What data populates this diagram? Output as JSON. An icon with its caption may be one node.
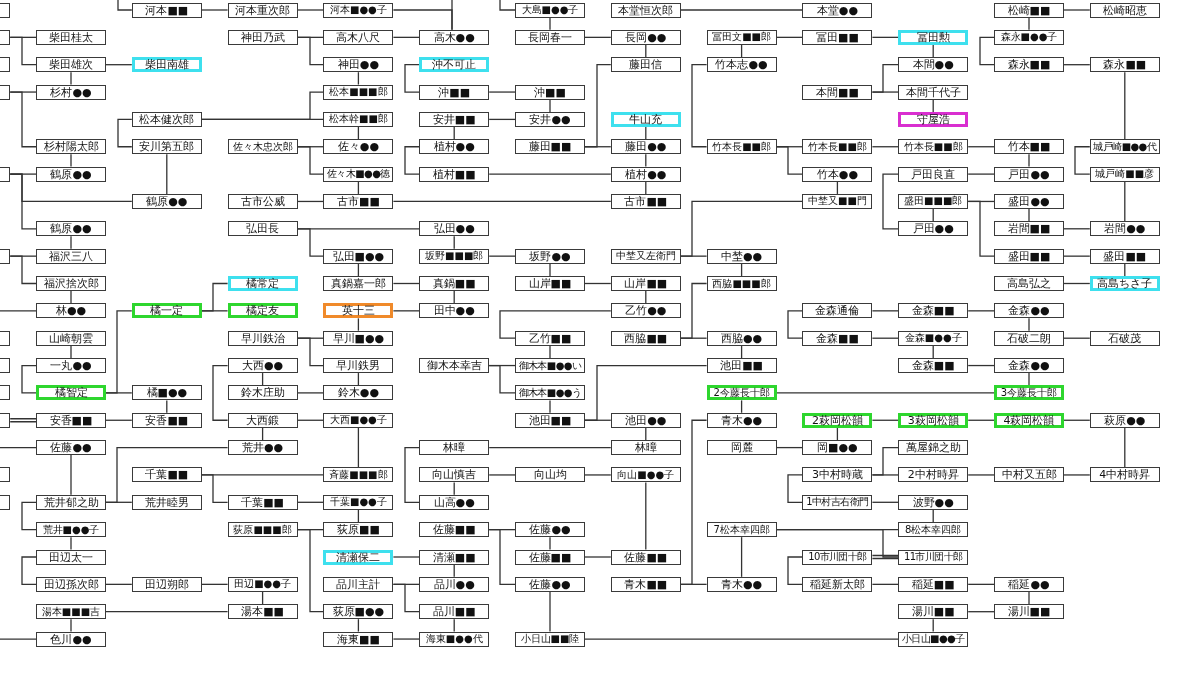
{
  "diagram": {
    "nodes": [
      {
        "text": [],
        "shape": "box"
      },
      {
        "text": [
          "河本■■"
        ]
      },
      {
        "text": [
          "河本重次郎"
        ]
      },
      {
        "text": [
          "河本■●●子"
        ]
      },
      {
        "text": [
          "大島■●●子"
        ]
      },
      {
        "text": [
          "本堂恒次郎"
        ]
      },
      {
        "text": [
          "本堂●●"
        ]
      },
      {
        "text": [
          "松崎■■"
        ]
      },
      {
        "text": [
          "松崎昭恵"
        ]
      },
      {
        "text": [],
        "shape": "box"
      },
      {
        "text": [
          "柴田桂太"
        ]
      },
      {
        "text": [
          "神田乃武"
        ]
      },
      {
        "text": [
          "高木八尺"
        ]
      },
      {
        "text": [
          "高木●●"
        ]
      },
      {
        "text": [
          "長岡春一"
        ]
      },
      {
        "text": [
          "長岡●●"
        ]
      },
      {
        "text": [
          "冨田文■■郎"
        ]
      },
      {
        "text": [
          "冨田■■"
        ]
      },
      {
        "text": [
          "冨田勲"
        ]
      },
      {
        "text": [
          "森永■●●子"
        ]
      },
      {
        "text": [],
        "shape": "box"
      },
      {
        "text": [
          "柴田雄次"
        ]
      },
      {
        "text": [
          "柴田南雄"
        ]
      },
      {
        "text": [
          "神田●●"
        ]
      },
      {
        "text": [
          "沖不可止"
        ]
      },
      {
        "text": [
          "藤田信"
        ]
      },
      {
        "text": [
          "竹本志●●"
        ]
      },
      {
        "text": [
          "本間●●"
        ]
      },
      {
        "text": [
          "森永■■"
        ]
      },
      {
        "text": [
          "森永■■"
        ]
      },
      {
        "text": [],
        "shape": "box"
      },
      {
        "text": [
          "杉村●●"
        ]
      },
      {
        "text": [
          "松本■■■郎"
        ]
      },
      {
        "text": [
          "沖■■"
        ]
      },
      {
        "text": [
          "沖■■"
        ]
      },
      {
        "text": [
          "本間■■"
        ]
      },
      {
        "text": [
          "本間千代子"
        ]
      },
      {
        "text": [
          "松本健次郎"
        ]
      },
      {
        "text": [
          "松本幹■■郎"
        ]
      },
      {
        "text": [
          "安井■■"
        ]
      },
      {
        "text": [
          "安井●●"
        ]
      },
      {
        "text": [
          "牛山充"
        ]
      },
      {
        "text": [
          "守屋浩"
        ]
      },
      {
        "text": [
          "杉村陽太郎"
        ]
      },
      {
        "text": [
          "安川第五郎"
        ]
      },
      {
        "text": [
          "佐々木忠次郎"
        ]
      },
      {
        "text": [
          "佐々●●"
        ]
      },
      {
        "text": [
          "植村●●"
        ]
      },
      {
        "text": [
          "藤田■■"
        ]
      },
      {
        "text": [
          "藤田●●"
        ]
      },
      {
        "text": [
          "竹本長■■郎"
        ]
      },
      {
        "text": [
          "竹本長■■郎"
        ]
      },
      {
        "text": [
          "竹本長■■郎"
        ]
      },
      {
        "text": [
          "竹本■■"
        ]
      },
      {
        "text": [
          "城戸崎■●●代"
        ]
      },
      {
        "text": [],
        "shape": "box"
      },
      {
        "text": [
          "鶴原●●"
        ]
      },
      {
        "text": [
          "佐々木■●●徳"
        ]
      },
      {
        "text": [
          "植村■■"
        ]
      },
      {
        "text": [
          "植村●●"
        ]
      },
      {
        "text": [
          "竹本●●"
        ]
      },
      {
        "text": [
          "戸田良直"
        ]
      },
      {
        "text": [
          "戸田●●"
        ]
      },
      {
        "text": [
          "城戸崎■■彦"
        ]
      },
      {
        "text": [
          "鶴原●●"
        ]
      },
      {
        "text": [
          "古市公威"
        ]
      },
      {
        "text": [
          "古市■■"
        ]
      },
      {
        "text": [
          "古市■■"
        ]
      },
      {
        "text": [
          "中埜又■■門"
        ]
      },
      {
        "text": [
          "盛田■■■郎"
        ]
      },
      {
        "text": [
          "盛田●●"
        ]
      },
      {
        "text": [
          "鶴原●●"
        ]
      },
      {
        "text": [
          "弘田長"
        ]
      },
      {
        "text": [
          "弘田●●"
        ]
      },
      {
        "text": [
          "戸田●●"
        ]
      },
      {
        "text": [
          "岩間■■"
        ]
      },
      {
        "text": [
          "岩間●●"
        ]
      },
      {
        "text": [],
        "shape": "box"
      },
      {
        "text": [
          "福沢三八"
        ]
      },
      {
        "text": [
          "弘田■●●"
        ]
      },
      {
        "text": [
          "坂野■■■郎"
        ]
      },
      {
        "text": [
          "坂野●●"
        ]
      },
      {
        "text": [
          "中埜又左衛門"
        ]
      },
      {
        "text": [
          "中埜●●"
        ]
      },
      {
        "text": [
          "盛田■■"
        ]
      },
      {
        "text": [
          "盛田■■"
        ]
      },
      {
        "text": [
          "福沢捨次郎"
        ]
      },
      {
        "text": [
          "橘常定"
        ]
      },
      {
        "text": [
          "真鍋嘉一郎"
        ]
      },
      {
        "text": [
          "真鍋■■"
        ]
      },
      {
        "text": [
          "山岸■■"
        ]
      },
      {
        "text": [
          "山岸■■"
        ]
      },
      {
        "text": [
          "西脇■■■郎"
        ]
      },
      {
        "text": [
          "高島弘之"
        ]
      },
      {
        "text": [
          "高島ちさ子"
        ]
      },
      {
        "text": [
          "林●●"
        ]
      },
      {
        "text": [
          "橘一定"
        ]
      },
      {
        "text": [
          "橘定友"
        ]
      },
      {
        "text": [
          "英十三"
        ]
      },
      {
        "text": [
          "田中●●"
        ]
      },
      {
        "text": [
          "乙竹●●"
        ]
      },
      {
        "text": [
          "金森通倫"
        ]
      },
      {
        "text": [
          "金森■■"
        ]
      },
      {
        "text": [
          "金森●●"
        ]
      },
      {
        "text": [],
        "shape": "box"
      },
      {
        "text": [
          "山崎朝雲"
        ]
      },
      {
        "text": [
          "早川鉄治"
        ]
      },
      {
        "text": [
          "早川■●●"
        ]
      },
      {
        "text": [
          "乙竹■■"
        ]
      },
      {
        "text": [
          "西脇■■"
        ]
      },
      {
        "text": [
          "西脇●●"
        ]
      },
      {
        "text": [
          "金森■■"
        ]
      },
      {
        "text": [
          "金森■●●子"
        ]
      },
      {
        "text": [
          "石破二朗"
        ]
      },
      {
        "text": [
          "石破茂"
        ]
      },
      {
        "text": [],
        "shape": "box"
      },
      {
        "text": [
          "一丸●●"
        ]
      },
      {
        "text": [
          "大西●●"
        ]
      },
      {
        "text": [
          "早川鉄男"
        ]
      },
      {
        "text": [
          "御木本幸吉"
        ]
      },
      {
        "text": [
          "御木本■●●い"
        ]
      },
      {
        "text": [
          "池田■■"
        ]
      },
      {
        "text": [
          "金森■■"
        ]
      },
      {
        "text": [
          "金森●●"
        ]
      },
      {
        "text": [],
        "shape": "box"
      },
      {
        "text": [
          "橘智定"
        ]
      },
      {
        "text": [
          "橘■●●"
        ]
      },
      {
        "text": [
          "鈴木庄助"
        ]
      },
      {
        "text": [
          "鈴木●●"
        ]
      },
      {
        "text": [
          "御木本■●●う"
        ]
      },
      {
        "text": [
          "2今藤長十郎"
        ]
      },
      {
        "text": [
          "3今藤長十郎"
        ]
      },
      {
        "text": [],
        "shape": "box"
      },
      {
        "text": [
          "安香■■"
        ]
      },
      {
        "text": [
          "安香■■"
        ]
      },
      {
        "text": [
          "大西鍛"
        ]
      },
      {
        "text": [
          "大西■●●子"
        ]
      },
      {
        "text": [
          "池田■■"
        ]
      },
      {
        "text": [
          "池田●●"
        ]
      },
      {
        "text": [
          "青木●●"
        ]
      },
      {
        "text": [
          "2萩岡松韻"
        ]
      },
      {
        "text": [
          "3萩岡松韻"
        ]
      },
      {
        "text": [
          "4萩岡松韻"
        ]
      },
      {
        "text": [
          "萩原●●"
        ]
      },
      {
        "text": [
          "佐藤●●"
        ]
      },
      {
        "text": [
          "荒井●●"
        ]
      },
      {
        "text": [
          "林暲"
        ]
      },
      {
        "text": [
          "林暲"
        ]
      },
      {
        "text": [
          "岡麓"
        ]
      },
      {
        "text": [
          "岡■●●"
        ]
      },
      {
        "text": [
          "萬屋錦之助"
        ]
      },
      {
        "text": [],
        "shape": "box"
      },
      {
        "text": [
          "千葉■■"
        ]
      },
      {
        "text": [
          "斉藤■■■郎"
        ]
      },
      {
        "text": [
          "向山慎吉"
        ]
      },
      {
        "text": [
          "向山均"
        ]
      },
      {
        "text": [
          "向山■●●子"
        ]
      },
      {
        "text": [
          "3中村時蔵"
        ]
      },
      {
        "text": [
          "2中村時昇"
        ]
      },
      {
        "text": [
          "中村又五郎"
        ]
      },
      {
        "text": [
          "4中村時昇"
        ]
      },
      {
        "text": [],
        "shape": "box"
      },
      {
        "text": [
          "荒井郁之助"
        ]
      },
      {
        "text": [
          "荒井睦男"
        ]
      },
      {
        "text": [
          "千葉■■"
        ]
      },
      {
        "text": [
          "千葉■●●子"
        ]
      },
      {
        "text": [
          "山高●●"
        ]
      },
      {
        "text": [
          "1中村吉右衛門"
        ]
      },
      {
        "text": [
          "波野●●"
        ]
      },
      {
        "text": [
          "荒井■●●子"
        ]
      },
      {
        "text": [
          "荻原■■■郎"
        ]
      },
      {
        "text": [
          "荻原■■"
        ]
      },
      {
        "text": [
          "佐藤■■"
        ]
      },
      {
        "text": [
          "佐藤●●"
        ]
      },
      {
        "text": [
          "7松本幸四郎"
        ]
      },
      {
        "text": [
          "8松本幸四郎"
        ]
      },
      {
        "text": [
          "田辺太一"
        ]
      },
      {
        "text": [
          "清瀬保二"
        ]
      },
      {
        "text": [
          "清瀬■■"
        ]
      },
      {
        "text": [
          "佐藤■■"
        ]
      },
      {
        "text": [
          "佐藤■■"
        ]
      },
      {
        "text": [
          "10市川団十郎"
        ]
      },
      {
        "text": [
          "11市川団十郎"
        ]
      },
      {
        "text": [
          "田辺孫次郎"
        ]
      },
      {
        "text": [
          "田辺朔郎"
        ]
      },
      {
        "text": [
          "田辺■●●子"
        ]
      },
      {
        "text": [
          "品川主計"
        ]
      },
      {
        "text": [
          "品川●●"
        ]
      },
      {
        "text": [
          "佐藤●●"
        ]
      },
      {
        "text": [
          "青木■■"
        ]
      },
      {
        "text": [
          "青木●●"
        ]
      },
      {
        "text": [
          "稲延新太郎"
        ]
      },
      {
        "text": [
          "稲延■■"
        ]
      },
      {
        "text": [
          "稲延●●"
        ]
      },
      {
        "text": [
          "湯本■■■吉"
        ]
      },
      {
        "text": [
          "湯本■■"
        ]
      },
      {
        "text": [
          "荻原■●●"
        ]
      },
      {
        "text": [
          "品川■■"
        ]
      },
      {
        "text": [
          "湯川■■"
        ]
      },
      {
        "text": [
          "湯川■■"
        ]
      },
      {
        "text": [
          "色川●●"
        ]
      },
      {
        "text": [
          "海東■■"
        ]
      },
      {
        "text": [
          "海東■●●代"
        ]
      },
      {
        "text": [
          "小日山■■陸"
        ]
      },
      {
        "text": [
          "小日山■●●子"
        ]
      }
    ],
    "edges": [
      {
        "from": null,
        "to": 1,
        "arrow": "none"
      },
      {
        "from": 1,
        "to": 2,
        "arrow": "none"
      },
      {
        "from": 2,
        "to": 3,
        "arrow": "none"
      },
      {
        "from": 3,
        "to": 13,
        "arrow": "none"
      },
      {
        "from": null,
        "to": 13,
        "arrow": "none"
      },
      {
        "from": 12,
        "to": 13,
        "arrow": "none"
      },
      {
        "from": 11,
        "to": 12,
        "arrow": "none"
      },
      {
        "from": 11,
        "to": 23,
        "arrow": "none"
      },
      {
        "from": 23,
        "to": 32,
        "arrow": "none"
      },
      {
        "from": 37,
        "to": 32,
        "arrow": "none"
      },
      {
        "from": 37,
        "to": 38,
        "arrow": "none"
      },
      {
        "from": 37,
        "to": 44,
        "arrow": "none"
      },
      {
        "from": 44,
        "to": 64,
        "arrow": "none"
      },
      {
        "from": 38,
        "to": 46,
        "arrow": "none"
      },
      {
        "from": 45,
        "to": 46,
        "arrow": "none"
      },
      {
        "from": 45,
        "to": 57,
        "arrow": "none"
      },
      {
        "from": 57,
        "to": 66,
        "arrow": "none"
      },
      {
        "from": 65,
        "to": 66,
        "arrow": "none"
      },
      {
        "from": 66,
        "to": 67,
        "arrow": "none"
      },
      {
        "from": 55,
        "to": 56,
        "arrow": "none"
      },
      {
        "from": 55,
        "to": 64,
        "arrow": "none"
      },
      {
        "from": 55,
        "to": 71,
        "arrow": "none"
      },
      {
        "from": 71,
        "to": 78,
        "arrow": "none"
      },
      {
        "from": 77,
        "to": 78,
        "arrow": "none"
      },
      {
        "from": 77,
        "to": 86,
        "arrow": "none"
      },
      {
        "from": 86,
        "to": 95,
        "arrow": "none"
      },
      {
        "from": null,
        "to": 95,
        "arrow": "none"
      },
      {
        "from": 9,
        "to": 10,
        "arrow": "none"
      },
      {
        "from": 9,
        "to": 21,
        "arrow": "none"
      },
      {
        "from": 21,
        "to": 22,
        "arrow": "none"
      },
      {
        "from": 21,
        "to": 31,
        "arrow": "none"
      },
      {
        "from": 30,
        "to": 31,
        "arrow": "none"
      },
      {
        "from": 30,
        "to": 43,
        "arrow": "none"
      },
      {
        "from": 43,
        "to": 56,
        "arrow": "none"
      },
      {
        "from": 72,
        "to": 73,
        "arrow": "none"
      },
      {
        "from": 72,
        "to": 79,
        "arrow": "none"
      },
      {
        "from": 79,
        "to": 88,
        "arrow": "none"
      },
      {
        "from": 88,
        "to": 89,
        "arrow": "none"
      },
      {
        "from": 73,
        "to": 80,
        "arrow": "none"
      },
      {
        "from": 80,
        "to": 81,
        "arrow": "none"
      },
      {
        "from": 81,
        "to": 90,
        "arrow": "none"
      },
      {
        "from": 89,
        "to": 99,
        "arrow": "none"
      },
      {
        "from": 98,
        "to": 99,
        "arrow": "none"
      },
      {
        "from": 98,
        "to": 107,
        "arrow": "none"
      },
      {
        "from": 106,
        "to": 107,
        "arrow": "none"
      },
      {
        "from": 106,
        "to": 118,
        "arrow": "none"
      },
      {
        "from": 118,
        "to": 128,
        "arrow": "none"
      },
      {
        "from": 127,
        "to": 128,
        "arrow": "none"
      },
      {
        "from": 117,
        "to": 127,
        "arrow": "none"
      },
      {
        "from": 117,
        "to": 135,
        "arrow": "none"
      },
      {
        "from": 135,
        "to": 136,
        "arrow": "none"
      },
      {
        "from": 135,
        "to": 145,
        "arrow": "none"
      },
      {
        "from": 136,
        "to": 153,
        "arrow": "none"
      },
      {
        "from": 162,
        "to": 163,
        "arrow": "none"
      },
      {
        "from": 162,
        "to": 145,
        "arrow": "none"
      },
      {
        "from": null,
        "to": 144,
        "arrow": "none"
      },
      {
        "from": 144,
        "to": 162,
        "arrow": "none"
      },
      {
        "from": 152,
        "to": 153,
        "arrow": "none"
      },
      {
        "from": 152,
        "to": 164,
        "arrow": "none"
      },
      {
        "from": 164,
        "to": 165,
        "arrow": "none"
      },
      {
        "from": 165,
        "to": 171,
        "arrow": "none"
      },
      {
        "from": 170,
        "to": 171,
        "arrow": "none"
      },
      {
        "from": 170,
        "to": 196,
        "arrow": "none"
      },
      {
        "from": 196,
        "to": 201,
        "arrow": "none"
      },
      {
        "from": 177,
        "to": 178,
        "arrow": "none"
      },
      {
        "from": 186,
        "to": 187,
        "arrow": "none"
      },
      {
        "from": 186,
        "to": 197,
        "arrow": "none"
      },
      {
        "from": 178,
        "to": 187,
        "arrow": "none"
      },
      {
        "from": 197,
        "to": 202,
        "arrow": "none"
      },
      {
        "from": 201,
        "to": 202,
        "arrow": "none"
      },
      {
        "from": 105,
        "to": 116,
        "arrow": "none"
      },
      {
        "from": 116,
        "to": 125,
        "arrow": "none"
      },
      {
        "from": 125,
        "to": 126,
        "arrow": "none"
      },
      {
        "from": 125,
        "to": 96,
        "arrow": "none"
      },
      {
        "from": 96,
        "to": 97,
        "arrow": "none"
      },
      {
        "from": 96,
        "to": 87,
        "arrow": "none"
      },
      {
        "from": 126,
        "to": 134,
        "arrow": "none"
      },
      {
        "from": 132,
        "to": 133,
        "arrow": "none"
      },
      {
        "from": 133,
        "to": 134,
        "arrow": "none"
      },
      {
        "from": 162,
        "to": 169,
        "arrow": "none"
      },
      {
        "from": 169,
        "to": 176,
        "arrow": "none"
      },
      {
        "from": 176,
        "to": 183,
        "arrow": "none"
      },
      {
        "from": 183,
        "to": 184,
        "arrow": "none"
      },
      {
        "from": 184,
        "to": 185,
        "arrow": "none"
      },
      {
        "from": 185,
        "to": 195,
        "arrow": "none"
      },
      {
        "from": 194,
        "to": 195,
        "arrow": "none"
      },
      {
        "from": 194,
        "to": 200,
        "arrow": "none"
      },
      {
        "from": null,
        "to": 200,
        "arrow": "none"
      },
      {
        "from": null,
        "to": 4,
        "arrow": "none"
      },
      {
        "from": 4,
        "to": 14,
        "arrow": "none"
      },
      {
        "from": 14,
        "to": 15,
        "arrow": "none"
      },
      {
        "from": 5,
        "to": 6,
        "arrow": "none"
      },
      {
        "from": 15,
        "to": 25,
        "arrow": "none"
      },
      {
        "from": 48,
        "to": 49,
        "arrow": "none"
      },
      {
        "from": 48,
        "to": 25,
        "arrow": "none"
      },
      {
        "from": 41,
        "to": 49,
        "arrow": "none"
      },
      {
        "from": 24,
        "to": 33,
        "arrow": "none"
      },
      {
        "from": 33,
        "to": 34,
        "arrow": "none"
      },
      {
        "from": 34,
        "to": 40,
        "arrow": "none"
      },
      {
        "from": 39,
        "to": 40,
        "arrow": "none"
      },
      {
        "from": 39,
        "to": 47,
        "arrow": "none"
      },
      {
        "from": 47,
        "to": 58,
        "arrow": "none"
      },
      {
        "from": 58,
        "to": 59,
        "arrow": "none"
      },
      {
        "from": 49,
        "to": 59,
        "arrow": "none"
      },
      {
        "from": 59,
        "to": 67,
        "arrow": "none"
      },
      {
        "from": 16,
        "to": 17,
        "arrow": "none"
      },
      {
        "from": 17,
        "to": 18,
        "arrow": "none"
      },
      {
        "from": 16,
        "to": 26,
        "arrow": "none"
      },
      {
        "from": 26,
        "to": 50,
        "arrow": "none"
      },
      {
        "from": 50,
        "to": 51,
        "arrow": "none"
      },
      {
        "from": 51,
        "to": 52,
        "arrow": "none"
      },
      {
        "from": 52,
        "to": 53,
        "arrow": "none"
      },
      {
        "from": 50,
        "to": 60,
        "arrow": "none"
      },
      {
        "from": 60,
        "to": 68,
        "arrow": "none"
      },
      {
        "from": 82,
        "to": 83,
        "arrow": "none"
      },
      {
        "from": 82,
        "to": 68,
        "arrow": "none"
      },
      {
        "from": 83,
        "to": 92,
        "arrow": "none"
      },
      {
        "from": 109,
        "to": 110,
        "arrow": "none"
      },
      {
        "from": 109,
        "to": 92,
        "arrow": "none"
      },
      {
        "from": 110,
        "to": 121,
        "arrow": "none"
      },
      {
        "from": 137,
        "to": 138,
        "arrow": "none"
      },
      {
        "from": 137,
        "to": 121,
        "arrow": "none"
      },
      {
        "from": 129,
        "to": 137,
        "arrow": "none"
      },
      {
        "from": 119,
        "to": 120,
        "arrow": "none"
      },
      {
        "from": 119,
        "to": 129,
        "arrow": "none"
      },
      {
        "from": 108,
        "to": 120,
        "arrow": "none"
      },
      {
        "from": 100,
        "to": 108,
        "arrow": "none"
      },
      {
        "from": 91,
        "to": 100,
        "arrow": "none"
      },
      {
        "from": 90,
        "to": 91,
        "arrow": "none"
      },
      {
        "from": 138,
        "to": 147,
        "arrow": "none"
      },
      {
        "from": 146,
        "to": 147,
        "arrow": "none"
      },
      {
        "from": 146,
        "to": 166,
        "arrow": "none"
      },
      {
        "from": 154,
        "to": 166,
        "arrow": "none"
      },
      {
        "from": 154,
        "to": 155,
        "arrow": "none"
      },
      {
        "from": 155,
        "to": 156,
        "arrow": "none"
      },
      {
        "from": 156,
        "to": 180,
        "arrow": "none"
      },
      {
        "from": 172,
        "to": 173,
        "arrow": "none"
      },
      {
        "from": 172,
        "to": 188,
        "arrow": "none"
      },
      {
        "from": 173,
        "to": 179,
        "arrow": "none"
      },
      {
        "from": 179,
        "to": 180,
        "arrow": "none"
      },
      {
        "from": 188,
        "to": 203,
        "arrow": "none"
      },
      {
        "from": 203,
        "to": 204,
        "arrow": "none"
      },
      {
        "from": 189,
        "to": 190,
        "arrow": "none"
      },
      {
        "from": 189,
        "to": 139,
        "arrow": "none"
      },
      {
        "from": 130,
        "to": 139,
        "arrow": "none"
      },
      {
        "from": 130,
        "to": 131,
        "arrow": "none"
      },
      {
        "from": 148,
        "to": 149,
        "arrow": "none"
      },
      {
        "from": 140,
        "to": 149,
        "arrow": "none"
      },
      {
        "from": 140,
        "to": 141,
        "arrow": "none"
      },
      {
        "from": 141,
        "to": 142,
        "arrow": "none"
      },
      {
        "from": 142,
        "to": 143,
        "arrow": "none"
      },
      {
        "from": 143,
        "to": 160,
        "arrow": "none"
      },
      {
        "from": 157,
        "to": 158,
        "arrow": "none"
      },
      {
        "from": 157,
        "to": 150,
        "arrow": "none"
      },
      {
        "from": 158,
        "to": 159,
        "arrow": "none"
      },
      {
        "from": 159,
        "to": 160,
        "arrow": "none"
      },
      {
        "from": 157,
        "to": 167,
        "arrow": "none"
      },
      {
        "from": 167,
        "to": 168,
        "arrow": "none"
      },
      {
        "from": 168,
        "to": 175,
        "arrow": "none"
      },
      {
        "from": 174,
        "to": 175,
        "arrow": "none"
      },
      {
        "from": 174,
        "to": 182,
        "arrow": "none"
      },
      {
        "from": 181,
        "to": 182,
        "arrow": "none"
      },
      {
        "from": 174,
        "to": 190,
        "arrow": "none"
      },
      {
        "from": 181,
        "to": 191,
        "arrow": "none"
      },
      {
        "from": 191,
        "to": 192,
        "arrow": "none"
      },
      {
        "from": 192,
        "to": 193,
        "arrow": "none"
      },
      {
        "from": 193,
        "to": 199,
        "arrow": "none"
      },
      {
        "from": 198,
        "to": 199,
        "arrow": "none"
      },
      {
        "from": 198,
        "to": 204,
        "arrow": "none"
      },
      {
        "from": 123,
        "to": 131,
        "arrow": "none"
      },
      {
        "from": 122,
        "to": 123,
        "arrow": "none"
      },
      {
        "from": 112,
        "to": 122,
        "arrow": "none"
      },
      {
        "from": 111,
        "to": 112,
        "arrow": "none"
      },
      {
        "from": 101,
        "to": 102,
        "arrow": "none"
      },
      {
        "from": 102,
        "to": 103,
        "arrow": "none"
      },
      {
        "from": 103,
        "to": 113,
        "arrow": "none"
      },
      {
        "from": 113,
        "to": 114,
        "arrow": "none"
      },
      {
        "from": 101,
        "to": 111,
        "arrow": "none"
      },
      {
        "from": 7,
        "to": 8,
        "arrow": "none"
      },
      {
        "from": 7,
        "to": 19,
        "arrow": "none"
      },
      {
        "from": 19,
        "to": 28,
        "arrow": "none"
      },
      {
        "from": 28,
        "to": 29,
        "arrow": "none"
      },
      {
        "from": 29,
        "to": 54,
        "arrow": "none"
      },
      {
        "from": 54,
        "to": 63,
        "arrow": "none"
      },
      {
        "from": 63,
        "to": 76,
        "arrow": "none"
      },
      {
        "from": 75,
        "to": 76,
        "arrow": "none"
      },
      {
        "from": 70,
        "to": 75,
        "arrow": "none"
      },
      {
        "from": 69,
        "to": 70,
        "arrow": "none"
      },
      {
        "from": 69,
        "to": 84,
        "arrow": "none"
      },
      {
        "from": 84,
        "to": 85,
        "arrow": "none"
      },
      {
        "from": 85,
        "to": 94,
        "arrow": "none"
      },
      {
        "from": 93,
        "to": 94,
        "arrow": "none"
      },
      {
        "from": 69,
        "to": 74,
        "arrow": "none"
      },
      {
        "from": 61,
        "to": 74,
        "arrow": "none"
      },
      {
        "from": 61,
        "to": 62,
        "arrow": "none"
      },
      {
        "from": 53,
        "to": 62,
        "arrow": "none"
      },
      {
        "from": 18,
        "to": 27,
        "arrow": "none"
      },
      {
        "from": 35,
        "to": 36,
        "arrow": "none"
      },
      {
        "from": 35,
        "to": 27,
        "arrow": "none"
      },
      {
        "from": 36,
        "to": 42,
        "arrow": "none"
      }
    ]
  }
}
